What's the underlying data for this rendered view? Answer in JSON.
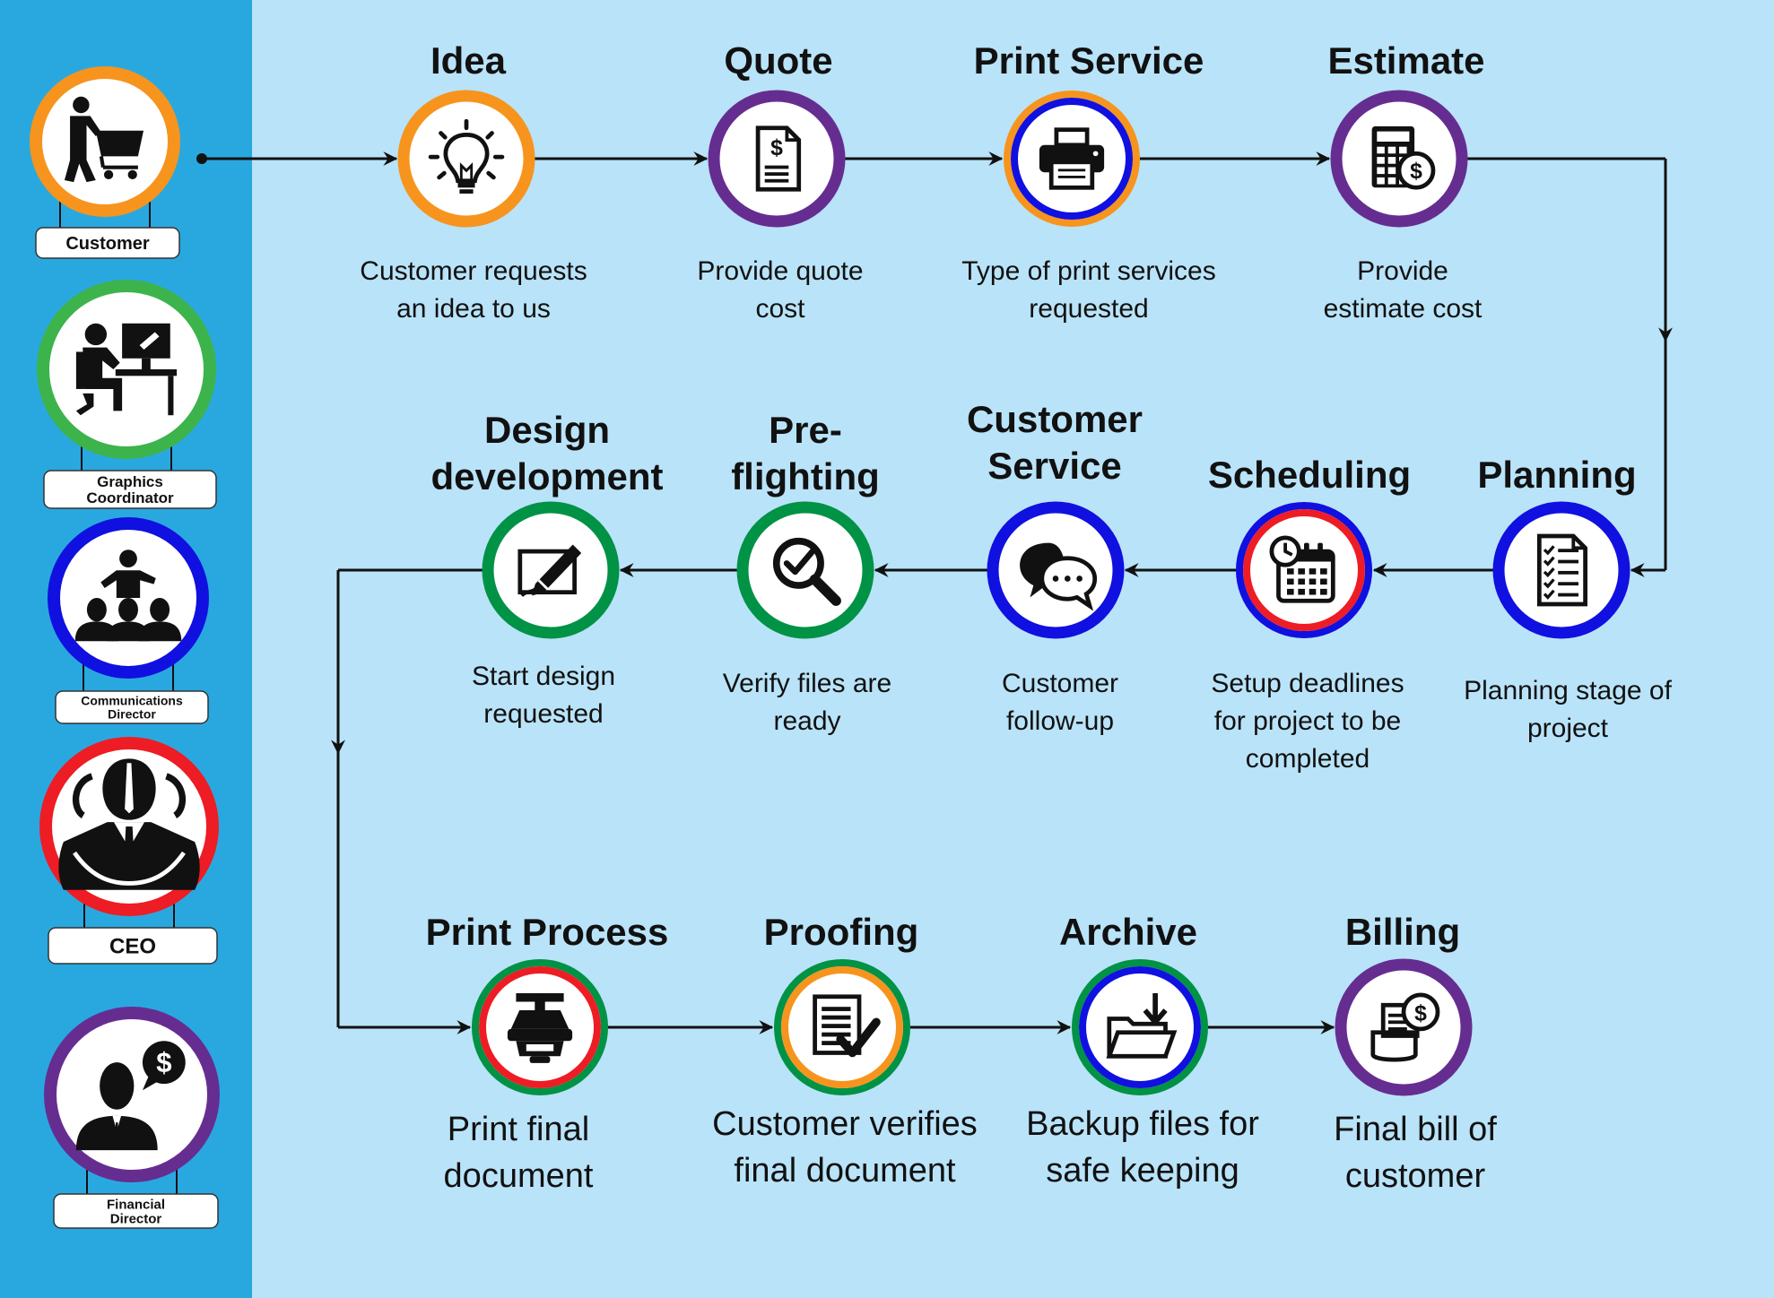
{
  "roles": [
    {
      "id": "customer",
      "label": [
        "Customer"
      ],
      "ring": "#f7941d",
      "icon": "shopping-cart-person-icon"
    },
    {
      "id": "graphics",
      "label": [
        "Graphics",
        "Coordinator"
      ],
      "ring": "#3cb44b",
      "icon": "designer-at-desk-icon"
    },
    {
      "id": "comms",
      "label": [
        "Communications",
        "Director"
      ],
      "ring": "#1010e0",
      "icon": "presenter-audience-icon"
    },
    {
      "id": "ceo",
      "label": [
        "CEO"
      ],
      "ring": "#ee1c24",
      "icon": "businessman-icon"
    },
    {
      "id": "financial",
      "label": [
        "Financial",
        "Director"
      ],
      "ring": "#662d91",
      "icon": "person-dollar-bubble-icon"
    }
  ],
  "steps": [
    {
      "id": "idea",
      "title": [
        "Idea"
      ],
      "desc": [
        "Customer requests",
        "an idea to us"
      ],
      "rings": [
        "#f7941d"
      ],
      "icon": "lightbulb-icon"
    },
    {
      "id": "quote",
      "title": [
        "Quote"
      ],
      "desc": [
        "Provide quote",
        "cost"
      ],
      "rings": [
        "#662d91"
      ],
      "icon": "dollar-document-icon"
    },
    {
      "id": "print-service",
      "title": [
        "Print Service"
      ],
      "desc": [
        "Type of print services",
        "requested"
      ],
      "rings": [
        "#f7941d",
        "#1010e0"
      ],
      "icon": "printer-icon"
    },
    {
      "id": "estimate",
      "title": [
        "Estimate"
      ],
      "desc": [
        "Provide",
        "estimate cost"
      ],
      "rings": [
        "#662d91"
      ],
      "icon": "calculator-dollar-icon"
    },
    {
      "id": "planning",
      "title": [
        "Planning"
      ],
      "desc": [
        "Planning stage of",
        "project"
      ],
      "rings": [
        "#1010e0"
      ],
      "icon": "checklist-icon"
    },
    {
      "id": "scheduling",
      "title": [
        "Scheduling"
      ],
      "desc": [
        "Setup deadlines",
        "for project to be",
        "completed"
      ],
      "rings": [
        "#1010e0",
        "#ee1c24"
      ],
      "icon": "calendar-clock-icon"
    },
    {
      "id": "customer-service",
      "title": [
        "Customer",
        "Service"
      ],
      "desc": [
        "Customer",
        "follow-up"
      ],
      "rings": [
        "#1010e0"
      ],
      "icon": "chat-bubbles-icon"
    },
    {
      "id": "pre-flighting",
      "title": [
        "Pre-",
        "flighting"
      ],
      "desc": [
        "Verify files are",
        "ready"
      ],
      "rings": [
        "#009245"
      ],
      "icon": "magnifier-check-icon"
    },
    {
      "id": "design-development",
      "title": [
        "Design",
        "development"
      ],
      "desc": [
        "Start design",
        "requested"
      ],
      "rings": [
        "#009245"
      ],
      "icon": "design-pen-icon"
    },
    {
      "id": "print-process",
      "title": [
        "Print Process"
      ],
      "desc": [
        "Print final",
        "document"
      ],
      "rings": [
        "#009245",
        "#ee1c24"
      ],
      "icon": "print-press-icon"
    },
    {
      "id": "proofing",
      "title": [
        "Proofing"
      ],
      "desc": [
        "Customer verifies",
        "final document"
      ],
      "rings": [
        "#009245",
        "#f7941d"
      ],
      "icon": "document-check-icon"
    },
    {
      "id": "archive",
      "title": [
        "Archive"
      ],
      "desc": [
        "Backup files for",
        "safe keeping"
      ],
      "rings": [
        "#009245",
        "#1010e0"
      ],
      "icon": "folder-download-icon"
    },
    {
      "id": "billing",
      "title": [
        "Billing"
      ],
      "desc": [
        "Final bill of",
        "customer"
      ],
      "rings": [
        "#662d91"
      ],
      "icon": "bill-dollar-icon"
    }
  ],
  "colors": {
    "background": "#b9e3f8",
    "sidebar": "#29a8e0",
    "connector": "#111111"
  }
}
